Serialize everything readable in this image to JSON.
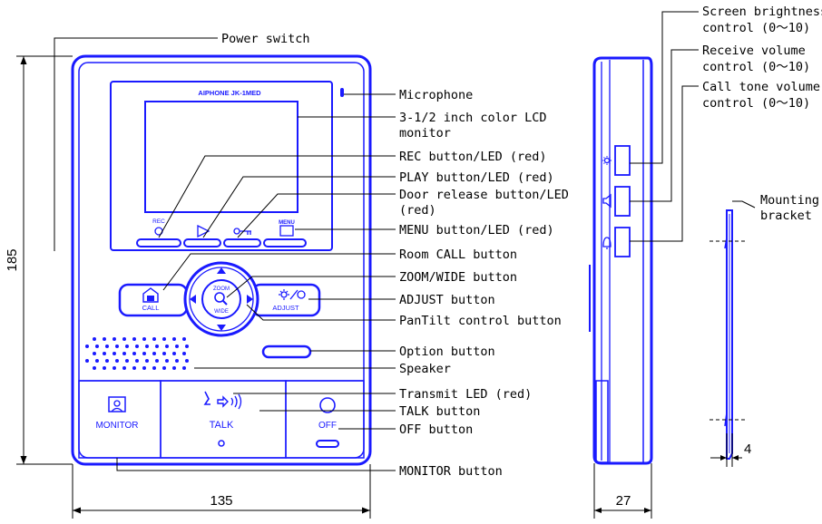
{
  "device": {
    "brand_model": "AIPHONE JK-1MED",
    "rec_label": "REC",
    "menu_label": "MENU",
    "call_label": "CALL",
    "zoom_label": "ZOOM",
    "wide_label": "WIDE",
    "adjust_label": "ADJUST",
    "monitor_label": "MONITOR",
    "talk_label": "TALK",
    "off_label": "OFF"
  },
  "callouts": {
    "power_switch": "Power switch",
    "microphone": "Microphone",
    "lcd_line1": "3-1/2 inch color LCD",
    "lcd_line2": "monitor",
    "rec_button": "REC button/LED (red)",
    "play_button": "PLAY button/LED (red)",
    "door_release_line1": "Door release button/LED",
    "door_release_line2": "(red)",
    "menu_button": "MENU button/LED (red)",
    "room_call": "Room CALL button",
    "zoom_wide": "ZOOM/WIDE button",
    "adjust": "ADJUST button",
    "pantilt": "PanTilt control button",
    "option": "Option button",
    "speaker": "Speaker",
    "transmit_led": "Transmit LED (red)",
    "talk": "TALK button",
    "off": "OFF button",
    "monitor": "MONITOR button",
    "brightness_line1": "Screen brightness",
    "brightness_line2": "control (0～10)",
    "receive_line1": "Receive volume",
    "receive_line2": "control (0～10)",
    "calltone_line1": "Call tone volume",
    "calltone_line2": "control (0～10)",
    "bracket_line1": "Mounting",
    "bracket_line2": "bracket"
  },
  "dimensions": {
    "height": "185",
    "width": "135",
    "depth": "27",
    "bracket": "4"
  }
}
